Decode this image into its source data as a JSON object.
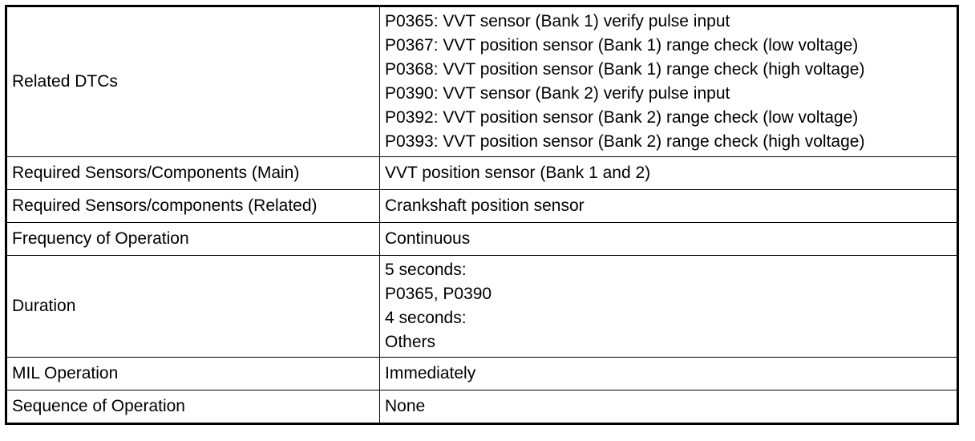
{
  "table": {
    "rows": [
      {
        "label": "Related DTCs",
        "values": [
          "P0365: VVT sensor (Bank 1) verify pulse input",
          "P0367: VVT position sensor (Bank 1) range check (low voltage)",
          "P0368: VVT position sensor (Bank 1) range check (high voltage)",
          "P0390: VVT sensor (Bank 2) verify pulse input",
          "P0392: VVT position sensor (Bank 2) range check (low voltage)",
          "P0393: VVT position sensor (Bank 2) range check (high voltage)"
        ]
      },
      {
        "label": "Required Sensors/Components (Main)",
        "values": [
          "VVT position sensor (Bank 1 and 2)"
        ]
      },
      {
        "label": "Required Sensors/components (Related)",
        "values": [
          "Crankshaft position sensor"
        ]
      },
      {
        "label": "Frequency of Operation",
        "values": [
          "Continuous"
        ]
      },
      {
        "label": "Duration",
        "values": [
          "5 seconds:",
          "P0365, P0390",
          "4 seconds:",
          "Others"
        ]
      },
      {
        "label": "MIL Operation",
        "values": [
          "Immediately"
        ]
      },
      {
        "label": "Sequence of Operation",
        "values": [
          "None"
        ]
      }
    ]
  }
}
